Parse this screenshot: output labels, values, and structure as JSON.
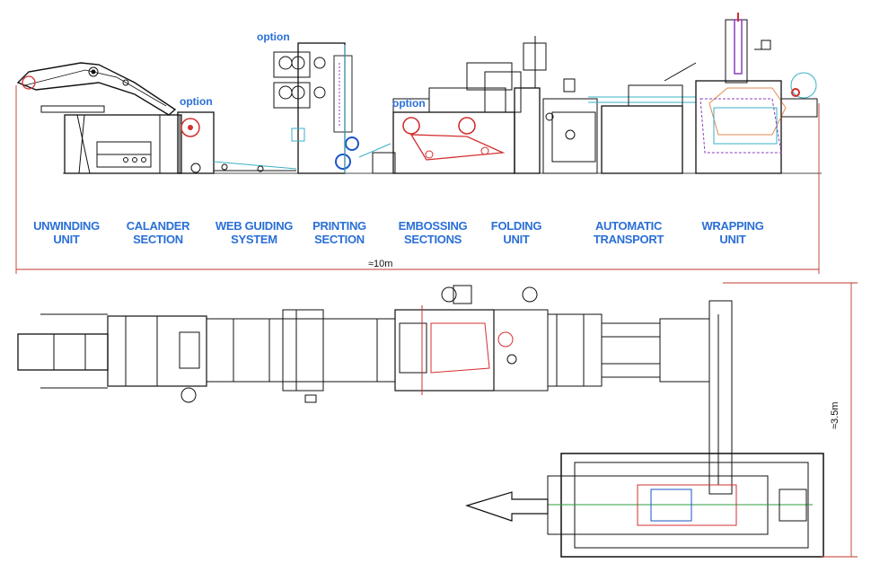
{
  "side_view": {
    "options": [
      "option",
      "option",
      "option"
    ],
    "sections": [
      {
        "id": "unwinding",
        "label": "UNWINDING\nUNIT"
      },
      {
        "id": "calander",
        "label": "CALANDER\nSECTION"
      },
      {
        "id": "web-guiding",
        "label": "WEB GUIDING\nSYSTEM"
      },
      {
        "id": "printing",
        "label": "PRINTING\nSECTION"
      },
      {
        "id": "embossing",
        "label": "EMBOSSING\nSECTIONS"
      },
      {
        "id": "folding",
        "label": "FOLDING\nUNIT"
      },
      {
        "id": "transport",
        "label": "AUTOMATIC\nTRANSPORT"
      },
      {
        "id": "wrapping",
        "label": "WRAPPING\nUNIT"
      }
    ],
    "length_dimension": "≈10m"
  },
  "top_view": {
    "width_dimension": "≈3.5m"
  },
  "colors": {
    "label_blue": "#2a6fd6",
    "line_black": "#111111",
    "dim_red": "#c0392b",
    "web_cyan": "#3ab0c8",
    "accent_red": "#d32f2f",
    "accent_green": "#2e9e3e",
    "accent_purple": "#8a3fbf",
    "accent_orange": "#e08a50"
  }
}
